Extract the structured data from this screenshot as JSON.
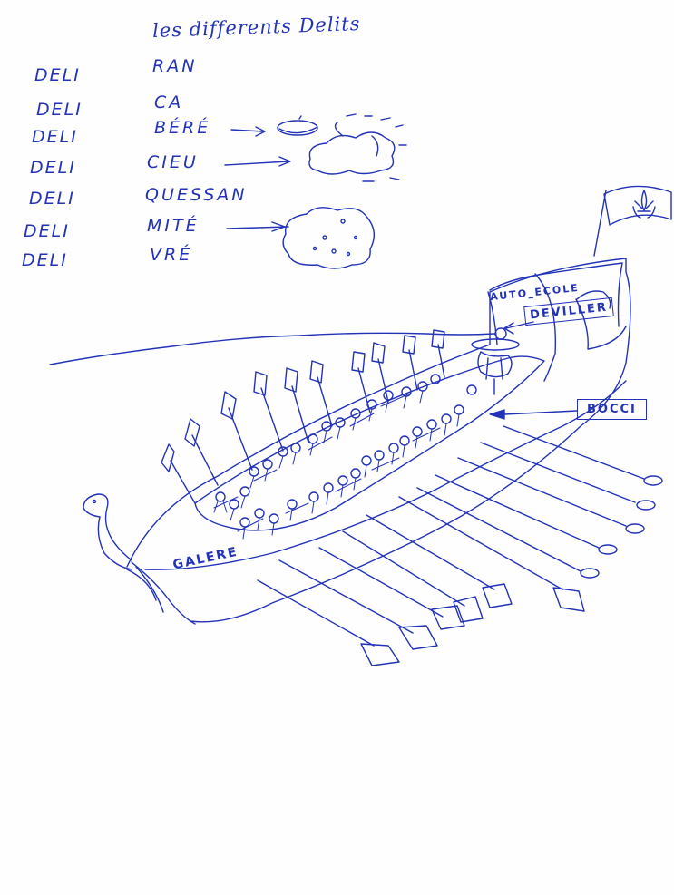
{
  "title": "les differents Delits",
  "word_list": [
    {
      "prefix": "DELI",
      "suffix": "RAN"
    },
    {
      "prefix": "DELI",
      "suffix": "CA"
    },
    {
      "prefix": "DELI",
      "suffix": "BÉRÉ"
    },
    {
      "prefix": "DELI",
      "suffix": "CIEU"
    },
    {
      "prefix": "DELI",
      "suffix": "QUESSAN"
    },
    {
      "prefix": "DELI",
      "suffix": "MITÉ"
    },
    {
      "prefix": "DELI",
      "suffix": "VRÉ"
    }
  ],
  "ship_labels": {
    "stern_sign": "AUTO_ECOLE",
    "captain_label": "DEVILLER",
    "deck_label": "BOCCI",
    "hull_label": "GALERE"
  },
  "colors": {
    "ink": "#2233b8",
    "paper": "#fefefe"
  },
  "icons": [
    "fleur-de-lis-icon",
    "beret-icon",
    "cloud-icon",
    "cheese-icon"
  ]
}
